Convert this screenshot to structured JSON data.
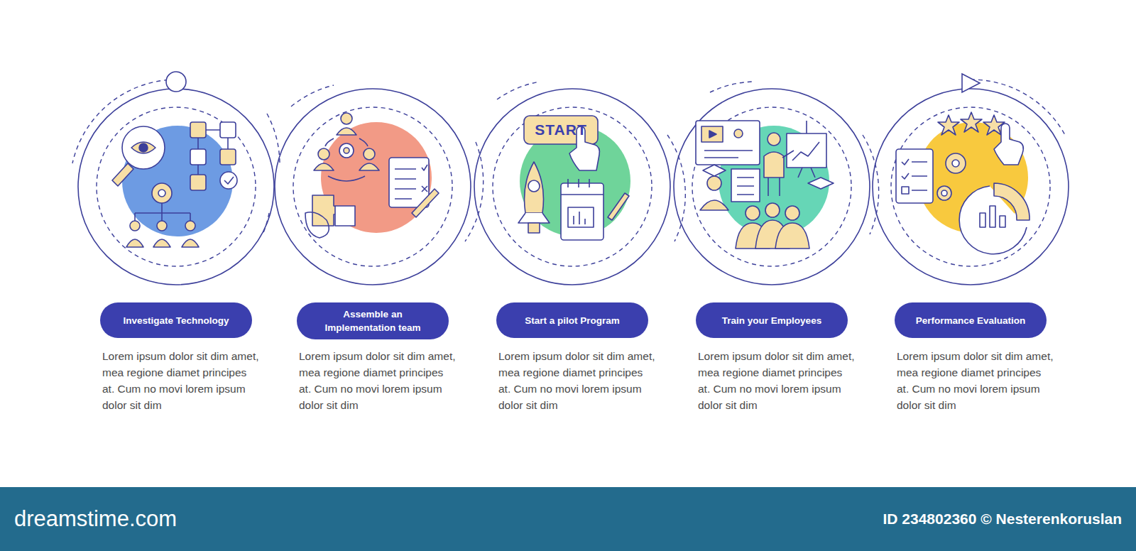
{
  "diagram": {
    "nodes": [
      {
        "text": [
          "Investigate Technology"
        ]
      },
      {
        "text": [
          "Assemble an Implementation team"
        ]
      },
      {
        "text": [
          "Start a pilot Program"
        ]
      },
      {
        "text": [
          "Train your Employees"
        ]
      },
      {
        "text": [
          "Performance Evaluation"
        ]
      }
    ],
    "labels": [
      "START",
      "Lorem ipsum dolor sit dim amet, mea regione diamet principes at. Cum no movi lorem ipsum dolor sit dim",
      "Lorem ipsum dolor sit dim amet, mea regione diamet principes at. Cum no movi lorem ipsum dolor sit dim",
      "Lorem ipsum dolor sit dim amet, mea regione diamet principes at. Cum no movi lorem ipsum dolor sit dim",
      "Lorem ipsum dolor sit dim amet, mea regione diamet principes at. Cum no movi lorem ipsum dolor sit dim",
      "Lorem ipsum dolor sit dim amet, mea regione diamet principes at. Cum no movi lorem ipsum dolor sit dim",
      "dreamstime.com",
      "ID 234802360 © Nesterenkoruslan"
    ]
  }
}
